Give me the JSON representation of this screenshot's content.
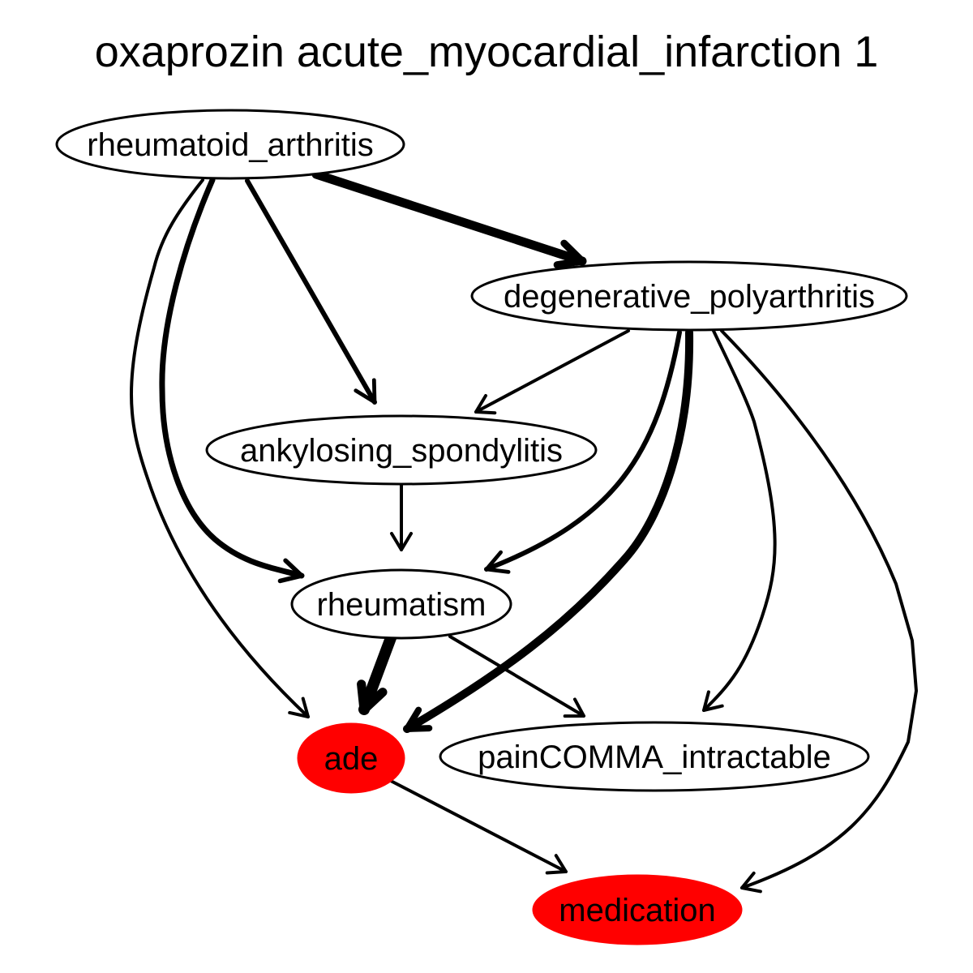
{
  "title": "oxaprozin acute_myocardial_infarction 1",
  "colors": {
    "stroke": "#000000",
    "highlight_fill": "#ff0000",
    "default_fill": "#ffffff"
  },
  "nodes": [
    {
      "id": "rheumatoid_arthritis",
      "label": "rheumatoid_arthritis",
      "highlighted": false
    },
    {
      "id": "degenerative_polyarthritis",
      "label": "degenerative_polyarthritis",
      "highlighted": false
    },
    {
      "id": "ankylosing_spondylitis",
      "label": "ankylosing_spondylitis",
      "highlighted": false
    },
    {
      "id": "rheumatism",
      "label": "rheumatism",
      "highlighted": false
    },
    {
      "id": "ade",
      "label": "ade",
      "highlighted": true
    },
    {
      "id": "painCOMMA_intractable",
      "label": "painCOMMA_intractable",
      "highlighted": false
    },
    {
      "id": "medication",
      "label": "medication",
      "highlighted": true
    }
  ],
  "edges": [
    {
      "from": "rheumatoid_arthritis",
      "to": "degenerative_polyarthritis",
      "weight": "heavy"
    },
    {
      "from": "rheumatoid_arthritis",
      "to": "ankylosing_spondylitis",
      "weight": "medium"
    },
    {
      "from": "rheumatoid_arthritis",
      "to": "rheumatism",
      "weight": "medium"
    },
    {
      "from": "rheumatoid_arthritis",
      "to": "ade",
      "weight": "light"
    },
    {
      "from": "degenerative_polyarthritis",
      "to": "ankylosing_spondylitis",
      "weight": "light"
    },
    {
      "from": "degenerative_polyarthritis",
      "to": "rheumatism",
      "weight": "medium"
    },
    {
      "from": "degenerative_polyarthritis",
      "to": "ade",
      "weight": "heavy"
    },
    {
      "from": "degenerative_polyarthritis",
      "to": "painCOMMA_intractable",
      "weight": "light"
    },
    {
      "from": "degenerative_polyarthritis",
      "to": "medication",
      "weight": "light"
    },
    {
      "from": "ankylosing_spondylitis",
      "to": "rheumatism",
      "weight": "light"
    },
    {
      "from": "rheumatism",
      "to": "ade",
      "weight": "heavy"
    },
    {
      "from": "rheumatism",
      "to": "painCOMMA_intractable",
      "weight": "light"
    },
    {
      "from": "ade",
      "to": "medication",
      "weight": "light"
    }
  ]
}
